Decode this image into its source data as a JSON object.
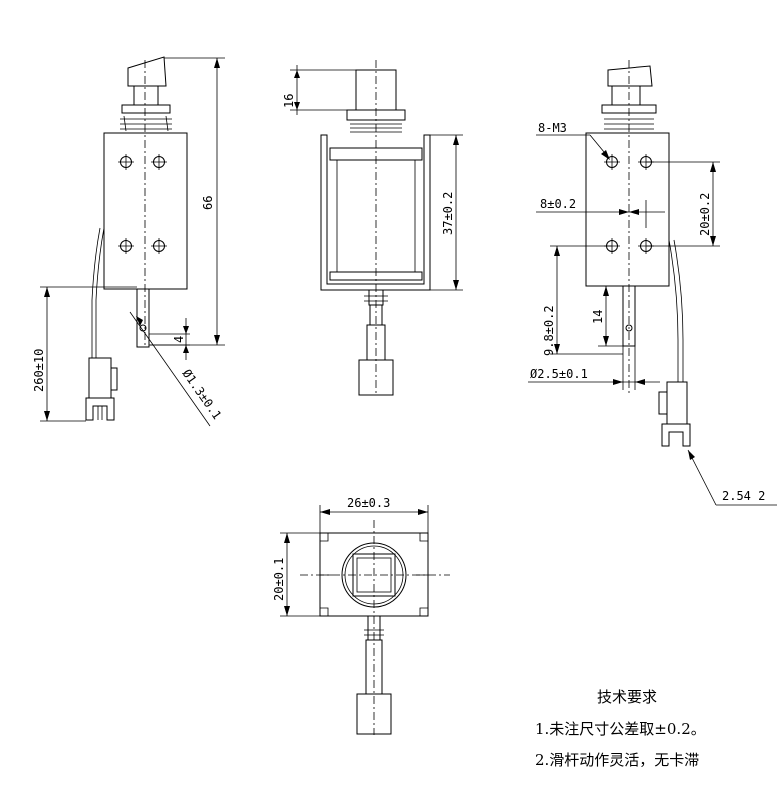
{
  "dims": {
    "d66": "66",
    "d260": "260±10",
    "d4": "4",
    "d13": "Ø1.3±0.1",
    "d16": "16",
    "d37": "37±0.2",
    "m3": "8-M3",
    "d8": "8±0.2",
    "d20v": "20±0.2",
    "d98": "9.8±0.2",
    "d14": "14",
    "d25": "Ø2.5±0.1",
    "d254": "2.54  2",
    "d26": "26±0.3",
    "d20b": "20±0.1"
  },
  "notes": {
    "title": "技术要求",
    "line1": "1.未注尺寸公差取±0.2。",
    "line2": "2.滑杆动作灵活，无卡滞"
  }
}
